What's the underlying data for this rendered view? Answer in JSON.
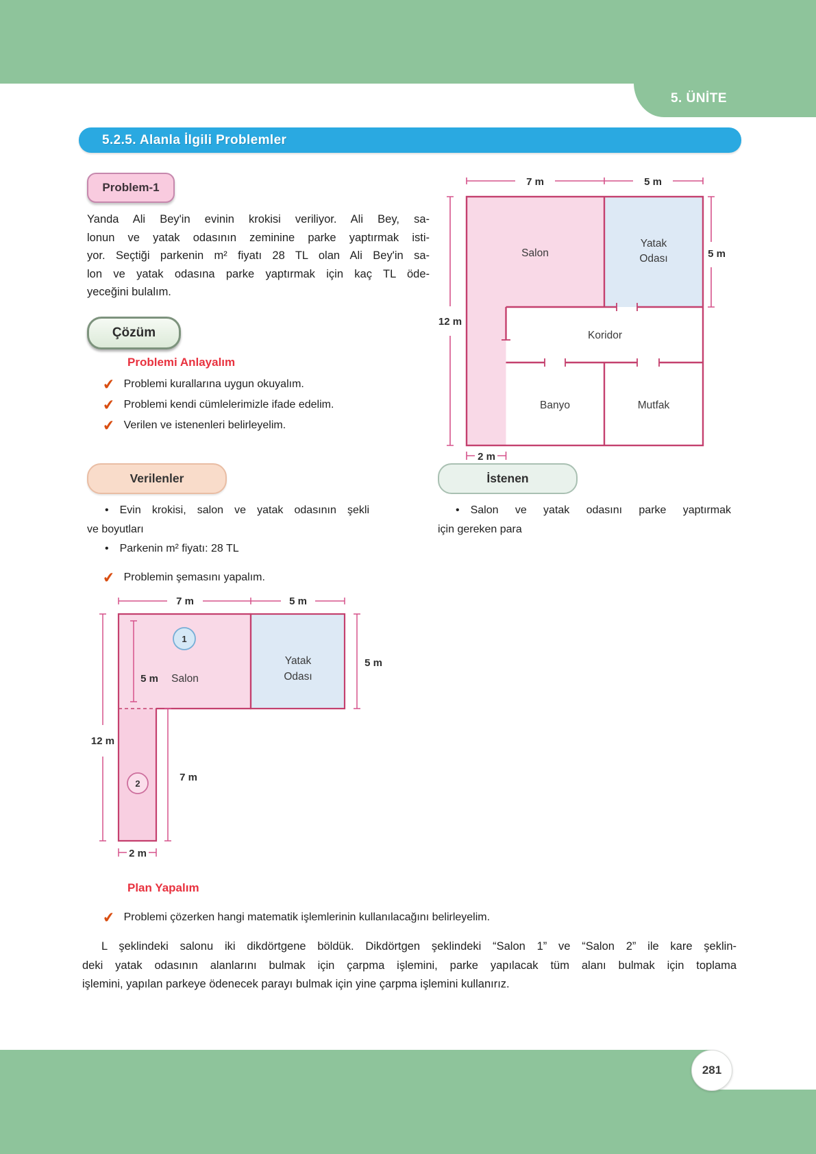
{
  "page": {
    "unit_label": "5. ÜNİTE",
    "section_title": "5.2.5. Alanla İlgili Problemler",
    "page_number": "281"
  },
  "problem": {
    "badge": "Problem-1",
    "lines": [
      "Yanda Ali Bey'in evinin krokisi veriliyor. Ali Bey, sa-",
      "lonun ve yatak odasının zeminine parke yaptırmak isti-",
      "yor. Seçtiği parkenin m² fiyatı 28 TL olan Ali Bey'in sa-",
      "lon ve yatak odasına parke yaptırmak için kaç TL öde-",
      "yeceğini bulalım."
    ]
  },
  "solution": {
    "badge": "Çözüm",
    "understand_heading": "Problemi Anlayalım",
    "checklist": [
      "Problemi kurallarına uygun okuyalım.",
      "Problemi kendi cümlelerimizle ifade edelim.",
      "Verilen ve istenenleri belirleyelim."
    ],
    "schema_check": "Problemin şemasını yapalım.",
    "plan_heading": "Plan Yapalım",
    "plan_check": "Problemi çözerken hangi matematik işlemlerinin kullanılacağını belirleyelim.",
    "plan_paragraph_lines": [
      "L şeklindeki salonu iki dikdörtgene böldük. Dikdörtgen şeklindeki “Salon 1” ve “Salon 2” ile kare şeklin-",
      "deki yatak odasının alanlarını bulmak için çarpma işlemini, parke yapılacak tüm alanı bulmak için toplama",
      "işlemini, yapılan parkeye ödenecek parayı bulmak için yine çarpma işlemini kullanırız."
    ]
  },
  "givens": {
    "badge": "Verilenler",
    "item1_line1": "Evin krokisi, salon ve yatak odasının şekli",
    "item1_line2": "ve boyutları",
    "item2": "Parkenin m² fiyatı: 28 TL"
  },
  "wanted": {
    "badge": "İstenen",
    "line1": "Salon ve yatak odasını parke yaptırmak",
    "line2": "için gereken para"
  },
  "floor_plan": {
    "dim_top_left": "7 m",
    "dim_top_right": "5 m",
    "dim_left": "12 m",
    "dim_right": "5 m",
    "dim_bottom": "2 m",
    "rooms": {
      "salon": "Salon",
      "yatak_line1": "Yatak",
      "yatak_line2": "Odası",
      "koridor": "Koridor",
      "banyo": "Banyo",
      "mutfak": "Mutfak"
    }
  },
  "schema": {
    "dim_top_left": "7 m",
    "dim_top_right": "5 m",
    "dim_outer_left": "12 m",
    "dim_inner_left": "5 m",
    "dim_right": "5 m",
    "dim_strip": "7 m",
    "dim_bottom": "2 m",
    "salon_label": "Salon",
    "yatak_line1": "Yatak",
    "yatak_line2": "Odası",
    "mark1": "1",
    "mark2": "2"
  },
  "colors": {
    "band_green": "#8ec49b",
    "banner_blue": "#2aa9e1",
    "wall_pink": "#c4406e",
    "dim_pink": "#d6538b",
    "salon_fill": "#f9d9e7",
    "yatak_fill": "#dde9f5",
    "heading_red": "#e8323f",
    "check_orange": "#d94e12"
  }
}
